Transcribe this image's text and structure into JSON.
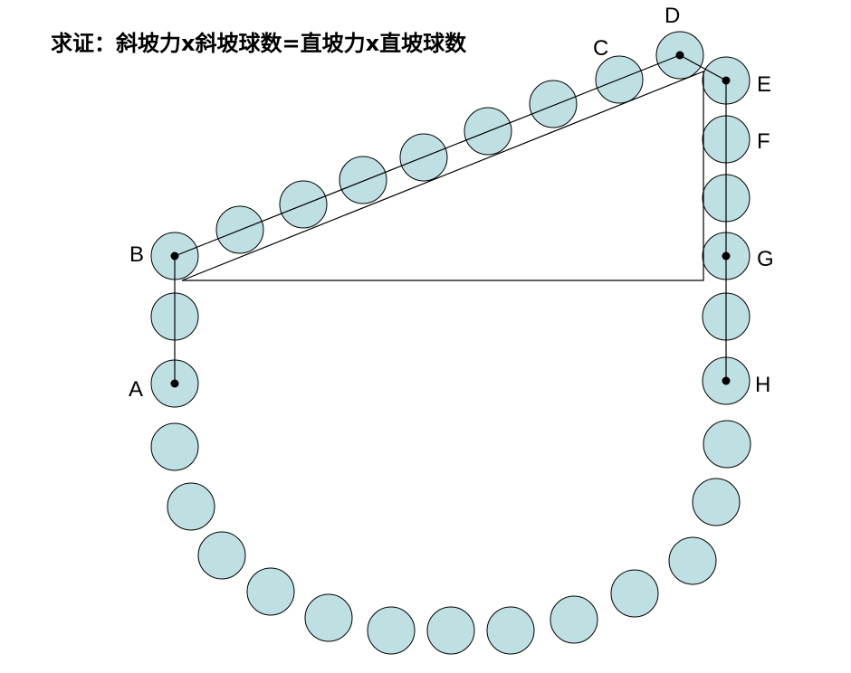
{
  "title": "求证：斜坡力x斜坡球数=直坡力x直坡球数",
  "colors": {
    "ball_fill": "#bfe0e3",
    "ball_stroke": "#000000",
    "line": "#000000",
    "background": "#ffffff"
  },
  "point_labels": {
    "A": "A",
    "B": "B",
    "C": "C",
    "D": "D",
    "E": "E",
    "F": "F",
    "G": "G",
    "H": "H"
  }
}
